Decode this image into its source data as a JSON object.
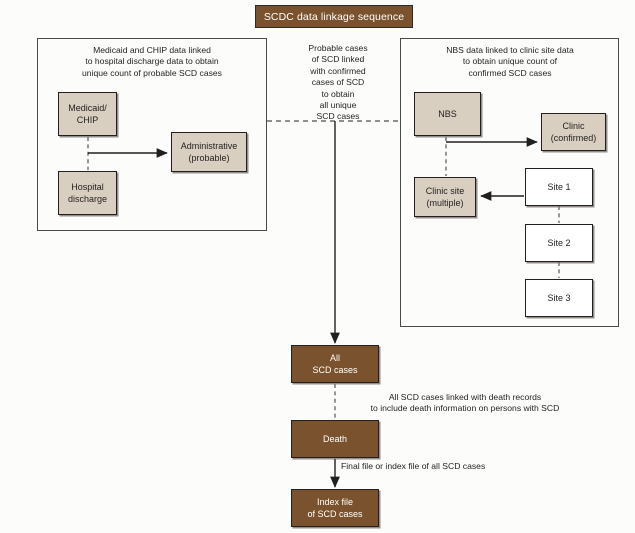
{
  "title": {
    "text": "SCDC data linkage sequence"
  },
  "colors": {
    "brand_brown": "#7a522d",
    "node_beige": "#d9cfc0",
    "node_white": "#ffffff",
    "outline": "#231f20",
    "panel_border": "#4a4a4a",
    "background": "#fcfcfa"
  },
  "captions": {
    "left": "Medicaid and CHIP data linked to hospital discharge data to obtain unique count of probable SCD cases",
    "center": "Probable cases of SCD linked with confirmed cases of SCD to obtain all unique SCD cases",
    "right": "NBS data linked to clinic site data to obtain unique count of confirmed SCD cases"
  },
  "nodes": {
    "medicaid": "Medicaid/ CHIP",
    "hospital": "Hospital discharge",
    "administrative": "Administrative (probable)",
    "nbs": "NBS",
    "clinic_confirmed": "Clinic (confirmed)",
    "clinic_site": "Clinic site (multiple)",
    "site1": "Site 1",
    "site2": "Site 2",
    "site3": "Site 3",
    "all_scd": "All SCD cases",
    "death": "Death",
    "index_file": "Index file of SCD cases"
  },
  "connector_labels": {
    "death_link": "All SCD cases linked with death records to include death information on persons with SCD",
    "final_file": "Final file or index file of all SCD cases"
  }
}
